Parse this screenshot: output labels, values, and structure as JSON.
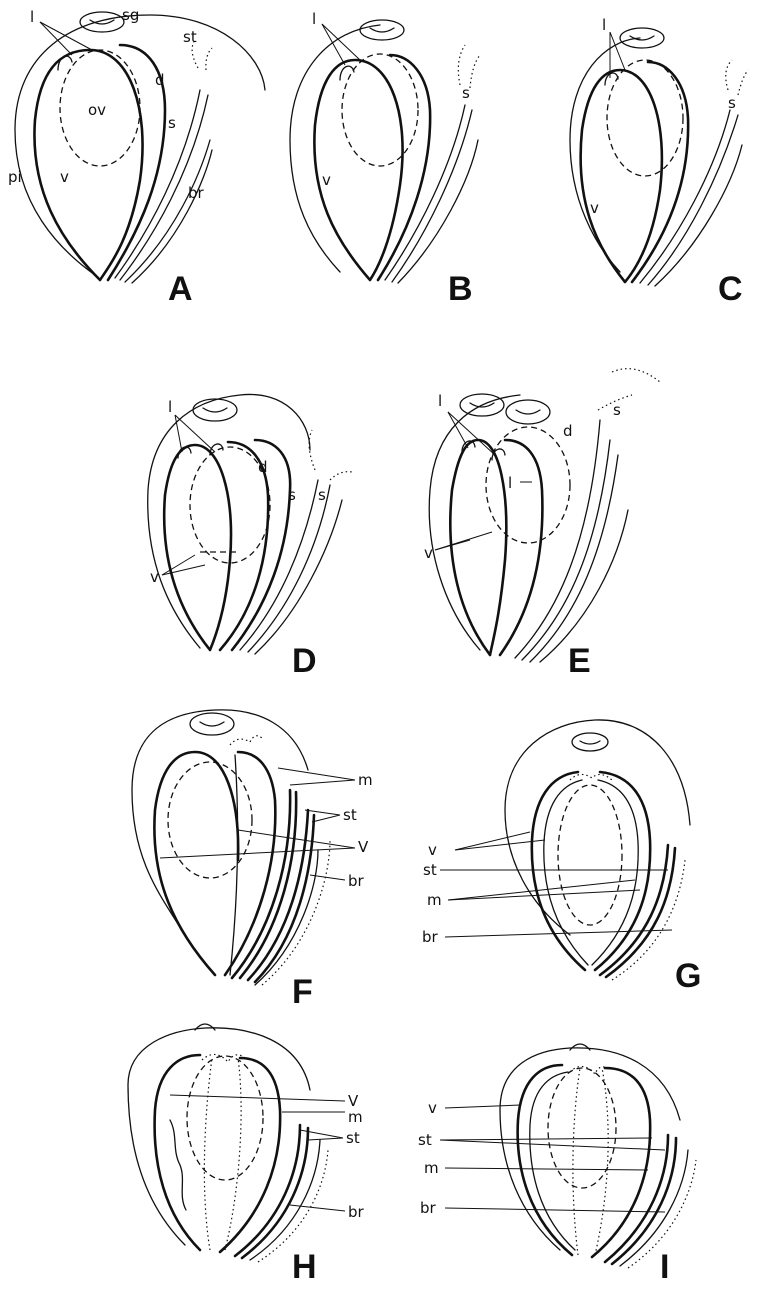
{
  "panels": {
    "A": {
      "caption": "A",
      "labels": {
        "l": "l",
        "sg": "sg",
        "st": "st",
        "ov": "ov",
        "d": "d",
        "s": "s",
        "pi": "pi",
        "v": "v",
        "br": "br"
      }
    },
    "B": {
      "caption": "B",
      "labels": {
        "l": "l",
        "s": "s",
        "v": "v"
      }
    },
    "C": {
      "caption": "C",
      "labels": {
        "l": "l",
        "s": "s",
        "v": "v"
      }
    },
    "D": {
      "caption": "D",
      "labels": {
        "l": "l",
        "d": "d",
        "s1": "s",
        "s2": "s",
        "v": "v"
      }
    },
    "E": {
      "caption": "E",
      "labels": {
        "l": "l",
        "l2": "l",
        "d": "d",
        "s": "s",
        "v": "v"
      }
    },
    "F": {
      "caption": "F",
      "labels": {
        "m": "m",
        "st": "st",
        "v": "V",
        "br": "br"
      }
    },
    "G": {
      "caption": "G",
      "labels": {
        "v": "v",
        "st": "st",
        "m": "m",
        "br": "br"
      }
    },
    "H": {
      "caption": "H",
      "labels": {
        "v": "V",
        "m": "m",
        "st": "st",
        "br": "br"
      }
    },
    "I": {
      "caption": "I",
      "labels": {
        "v": "v",
        "st": "st",
        "m": "m",
        "br": "br"
      }
    }
  }
}
